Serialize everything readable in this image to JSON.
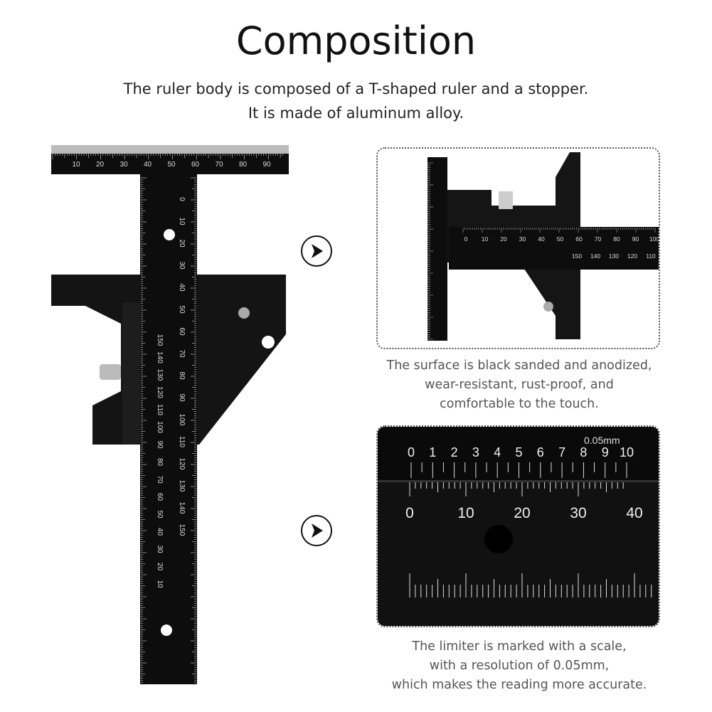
{
  "header": {
    "title": "Composition",
    "subtitle_line1": "The ruler body is composed of a T-shaped ruler and a stopper.",
    "subtitle_line2": "It is made of aluminum alloy."
  },
  "left_ruler": {
    "top_scale": [
      "10",
      "20",
      "30",
      "40",
      "50",
      "60",
      "70",
      "80",
      "90"
    ],
    "stem_scale": [
      "0",
      "10",
      "20",
      "30",
      "40",
      "50",
      "60",
      "70",
      "80",
      "90",
      "100",
      "110",
      "120",
      "130",
      "140",
      "150"
    ],
    "stem_reverse_scale": [
      "150",
      "140",
      "130",
      "120",
      "110",
      "100",
      "90",
      "80",
      "70",
      "60",
      "50",
      "40",
      "30",
      "20",
      "10"
    ]
  },
  "detail1": {
    "caption_line1": "The surface is black sanded and anodized,",
    "caption_line2": "wear-resistant, rust-proof, and",
    "caption_line3": "comfortable to the touch.",
    "upper_scale": [
      "0",
      "10",
      "20",
      "30",
      "40",
      "50",
      "60",
      "70",
      "80",
      "90",
      "100"
    ],
    "lower_scale": [
      "150",
      "140",
      "130",
      "120",
      "110"
    ]
  },
  "detail2": {
    "caption_line1": "The limiter is marked with a scale,",
    "caption_line2": "with a resolution of 0.05mm,",
    "caption_line3": "which makes the reading more accurate.",
    "resolution_label": "0.05mm",
    "vernier_scale": [
      "0",
      "1",
      "2",
      "3",
      "4",
      "5",
      "6",
      "7",
      "8",
      "9",
      "10"
    ],
    "main_scale": [
      "0",
      "10",
      "20",
      "30",
      "40"
    ]
  },
  "icons": {
    "arrow": "chevron-right-circle-icon"
  },
  "colors": {
    "ruler": "#0d0d0d",
    "ticks": "#d8d8d8",
    "text": "#111111",
    "caption": "#555555"
  }
}
